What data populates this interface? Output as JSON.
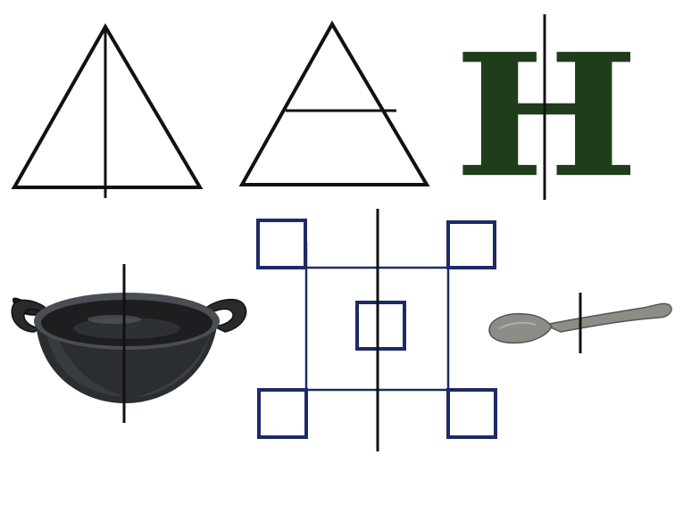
{
  "figures": [
    {
      "name": "triangle-vertical-line",
      "shape": "triangle",
      "line": "vertical"
    },
    {
      "name": "triangle-horizontal-line",
      "shape": "triangle",
      "line": "horizontal"
    },
    {
      "name": "letter-h-vertical-line",
      "shape": "letter",
      "letter": "H",
      "line": "vertical"
    },
    {
      "name": "kadai-pan-vertical-line",
      "shape": "pan",
      "line": "vertical"
    },
    {
      "name": "square-pattern-vertical-line",
      "shape": "squares",
      "line": "vertical"
    },
    {
      "name": "spoon-vertical-line",
      "shape": "spoon",
      "line": "vertical"
    }
  ],
  "colors": {
    "line": "#111111",
    "letter_h": "#1f3d1a",
    "squares": "#1e2a66",
    "pan_body": "#2b2e31",
    "pan_rim": "#4a4e52",
    "spoon": "#8d8d87"
  }
}
